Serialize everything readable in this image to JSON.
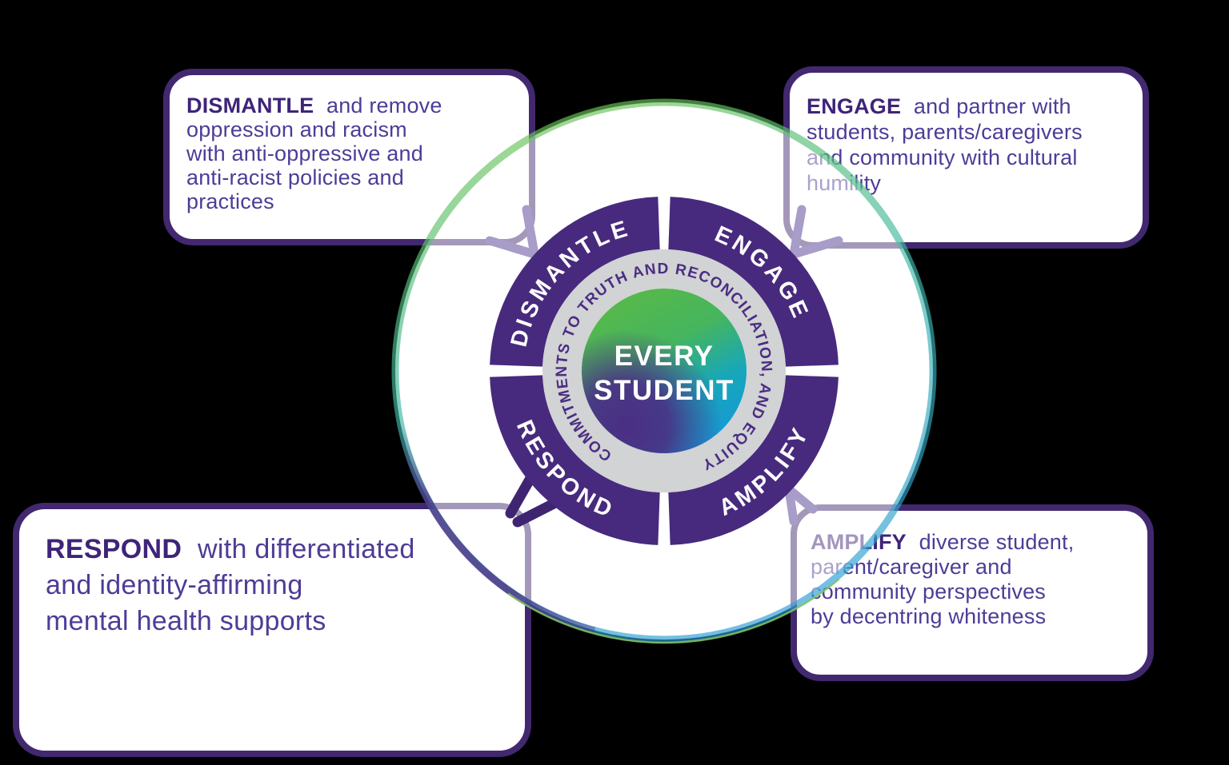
{
  "diagram": {
    "center": {
      "line1": "EVERY",
      "line2": "STUDENT"
    },
    "commitment_ring_text": "COMMITMENTS TO TRUTH AND RECONCILIATION, AND EQUITY",
    "segments": {
      "dismantle": "DISMANTLE",
      "engage": "ENGAGE",
      "respond": "RESPOND",
      "amplify": "AMPLIFY"
    },
    "colors": {
      "background": "#000000",
      "circle_fill": "#ffffff",
      "box_fill": "#ffffff",
      "box_border": "#42286f",
      "title_text": "#3e2478",
      "body_text": "#4e3c96",
      "segment_purple": "#472a7d",
      "segment_label": "#ffffff",
      "gray_ring": "#d1d3d4",
      "ring_text": "#4b2d83",
      "center_text": "#ffffff",
      "center_green": "#58b948",
      "center_mid_green": "#45b55f",
      "center_teal": "#18a7b8",
      "center_blue": "#1499d9",
      "center_purple": "#4b2e83",
      "stroke_green": "#6fc453",
      "stroke_teal": "#3eb8a6",
      "stroke_blue": "#2b9cd8",
      "stroke_purple": "#4b2d83",
      "stroke_hairline_green": "#86c45e",
      "connector_light": "#a89cc9",
      "connector_dark": "#3f2571"
    }
  },
  "boxes": {
    "dismantle": {
      "title": "DISMANTLE",
      "line1": "and remove",
      "line2": "oppression and racism",
      "line3": "with anti-oppressive and",
      "line4": "anti-racist policies and",
      "line5": "practices"
    },
    "engage": {
      "title": "ENGAGE",
      "line1": "and partner with",
      "line2": "students, parents/caregivers",
      "line3": "and community with cultural",
      "line4": "humility"
    },
    "respond": {
      "title": "RESPOND",
      "line1": "with differentiated",
      "line2": "and identity-affirming",
      "line3": "mental health supports"
    },
    "amplify": {
      "title": "AMPLIFY",
      "line1": "diverse student,",
      "line2": "parent/caregiver and",
      "line3": "community perspectives",
      "line4": "by decentring whiteness"
    }
  }
}
